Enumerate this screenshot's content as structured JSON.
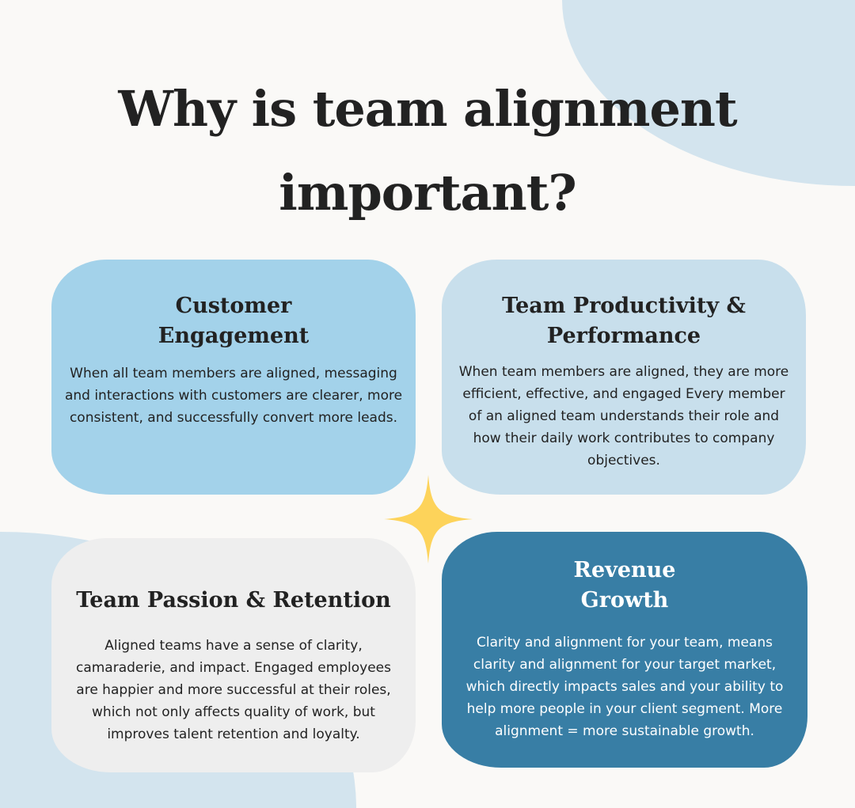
{
  "title": "Why is team alignment important?",
  "colors": {
    "background": "#faf9f7",
    "blob": "#d3e4ee",
    "card1": "#a3d2ea",
    "card2": "#c8dfec",
    "card3": "#eeeeee",
    "card4": "#387ea5",
    "star": "#fdd35a"
  },
  "cards": [
    {
      "heading": "Customer Engagement",
      "body": "When all team members are aligned, messaging and interactions with customers are clearer, more consistent, and successfully convert more leads."
    },
    {
      "heading": "Team Productivity & Performance",
      "body": "When team members are aligned, they are more efficient, effective, and engaged Every member of an aligned team understands their role and how their daily work contributes to company objectives."
    },
    {
      "heading": "Team Passion & Retention",
      "body": "Aligned teams have a sense of clarity, camaraderie, and impact. Engaged employees are happier and more successful at their roles, which not only affects quality of work, but improves talent retention and loyalty."
    },
    {
      "heading": "Revenue Growth",
      "body": "Clarity and alignment for your team, means clarity and alignment for your target market, which directly impacts sales and your ability to help more people in your client segment. More alignment = more sustainable growth."
    }
  ]
}
